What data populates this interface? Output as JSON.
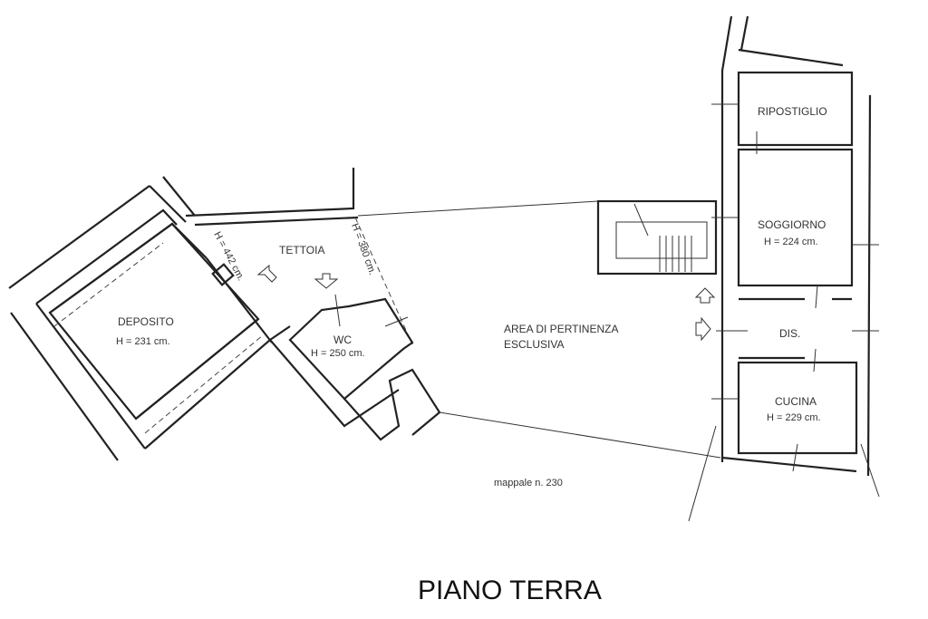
{
  "title": "PIANO TERRA",
  "rooms": {
    "deposito": {
      "name": "DEPOSITO",
      "height": "H = 231 cm."
    },
    "tettoia": {
      "name": "TETTOIA",
      "height_left": "H = 442 cm.",
      "height_right": "H = 380 cm."
    },
    "wc": {
      "name": "WC",
      "height": "H = 250 cm."
    },
    "area": {
      "line1": "AREA DI PERTINENZA",
      "line2": "ESCLUSIVA"
    },
    "ripostiglio": {
      "name": "RIPOSTIGLIO"
    },
    "soggiorno": {
      "name": "SOGGIORNO",
      "height": "H = 224 cm."
    },
    "dis": {
      "name": "DIS."
    },
    "cucina": {
      "name": "CUCINA",
      "height": "H = 229 cm."
    }
  },
  "mappale": "mappale n. 230"
}
